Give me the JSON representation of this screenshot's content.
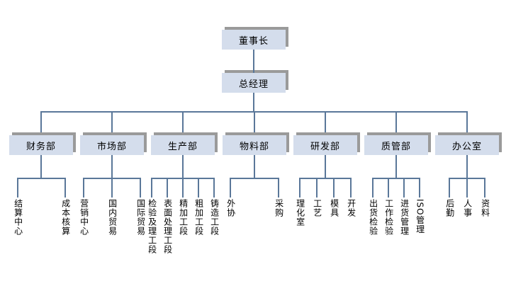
{
  "org_chart": {
    "root": {
      "label": "董事长"
    },
    "general_manager": {
      "label": "总经理"
    },
    "departments": [
      {
        "label": "财务部",
        "children": [
          "结算中心",
          "成本核算"
        ]
      },
      {
        "label": "市场部",
        "children": [
          "营销中心",
          "国内贸易",
          "国际贸易"
        ]
      },
      {
        "label": "生产部",
        "children": [
          "检验及理工段",
          "表面处理工段",
          "精加工段",
          "粗加工段",
          "铸造工段"
        ]
      },
      {
        "label": "物料部",
        "children": [
          "外协",
          "采购"
        ]
      },
      {
        "label": "研发部",
        "children": [
          "理化室",
          "工艺",
          "模具",
          "开发"
        ]
      },
      {
        "label": "质管部",
        "children": [
          "出货检验",
          "工作检验",
          "进货管理",
          "ISO管理"
        ]
      },
      {
        "label": "办公室",
        "children": [
          "后勤",
          "人事",
          "资料"
        ]
      }
    ],
    "colors": {
      "box_fill": "#d4ddec",
      "box_shadow": "#9a9a9a",
      "connector": "#5a7799",
      "text": "#000000",
      "background": "#ffffff"
    }
  }
}
